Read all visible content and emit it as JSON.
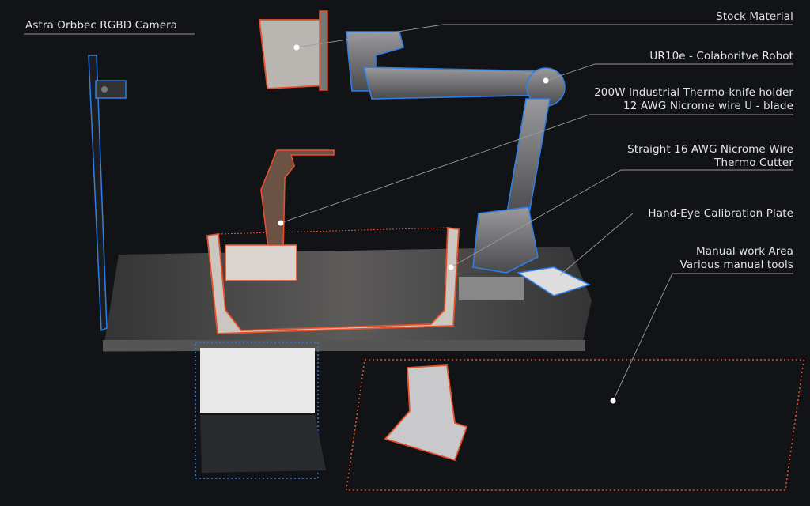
{
  "labels": {
    "camera": "Astra Orbbec RGBD Camera",
    "stock": "Stock Material",
    "robot": "UR10e - Colaboritve Robot",
    "knife_line1": "200W Industrial Thermo-knife holder",
    "knife_line2": "12 AWG Nicrome wire U - blade",
    "wire_line1": "Straight 16 AWG Nicrome Wire",
    "wire_line2": "Thermo Cutter",
    "plate": "Hand-Eye Calibration Plate",
    "manual_line1": "Manual work Area",
    "manual_line2": "Various manual tools"
  },
  "colors": {
    "background": "#111316",
    "robot_outline": "#2f7fe6",
    "cutter_outline": "#e8502a",
    "leader_line": "#9a9a9a",
    "label_text": "#e4e4e4"
  }
}
